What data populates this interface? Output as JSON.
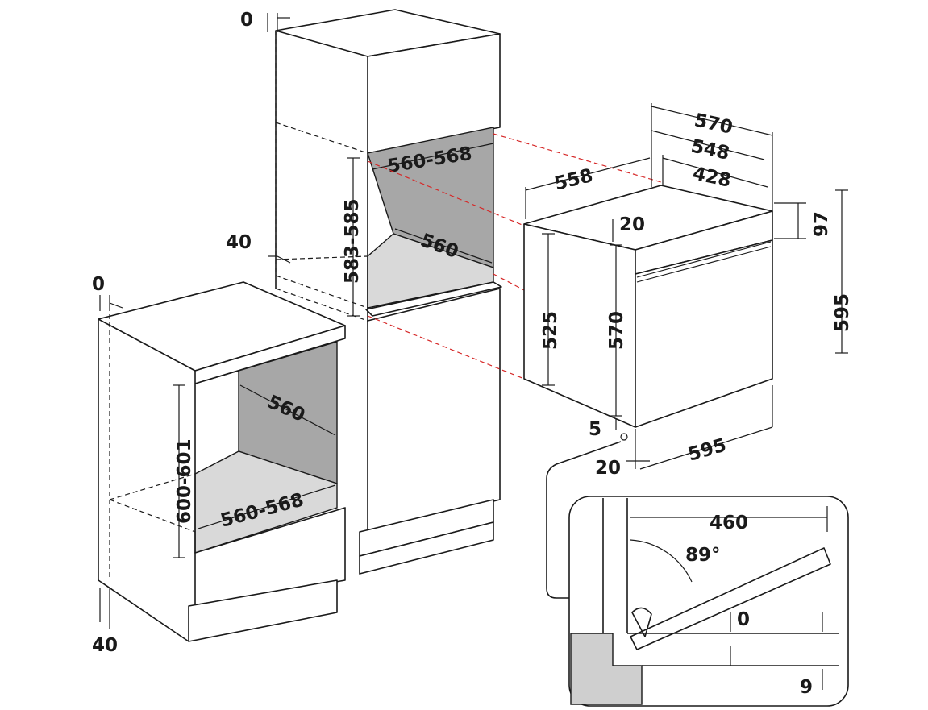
{
  "dimensions": {
    "tall_top_gap": "0",
    "tall_niche_depth_top": "560-568",
    "tall_niche_height": "583-585",
    "tall_niche_depth": "560",
    "tall_back_gap": "40",
    "base_top_gap": "0",
    "base_niche_depth_back": "560",
    "base_niche_height": "600-601",
    "base_niche_depth_floor": "560-568",
    "base_back_gap": "40",
    "oven_depth_total": "570",
    "oven_depth_body": "548",
    "oven_depth_inner": "428",
    "oven_side_depth": "558",
    "oven_panel_height": "97",
    "oven_total_height": "595",
    "oven_offset_top": "20",
    "oven_side_height": "525",
    "oven_body_height": "570",
    "oven_offset_bottom": "5",
    "oven_offset_front": "20",
    "oven_width": "595",
    "door_opening_depth": "460",
    "door_angle": "89°",
    "door_gap_top": "0",
    "door_gap_bottom": "9"
  }
}
